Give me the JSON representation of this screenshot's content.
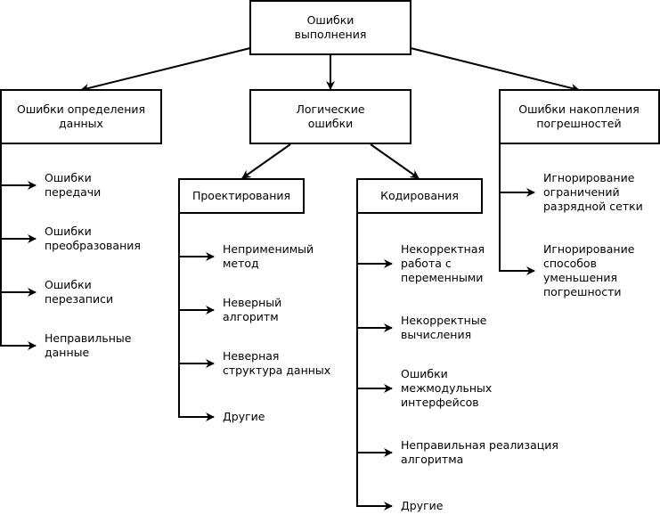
{
  "root": {
    "lines": [
      "Ошибки",
      "выполнения"
    ]
  },
  "categories": [
    {
      "lines": [
        "Ошибки определения",
        "данных"
      ],
      "items": [
        [
          "Ошибки",
          "передачи"
        ],
        [
          "Ошибки",
          "преобразования"
        ],
        [
          "Ошибки",
          "перезаписи"
        ],
        [
          "Неправильные",
          "данные"
        ]
      ]
    },
    {
      "lines": [
        "Логические",
        "ошибки"
      ],
      "subcategories": [
        {
          "lines": [
            "Проектирования"
          ],
          "items": [
            [
              "Неприменимый",
              "метод"
            ],
            [
              "Неверный",
              "алгоритм"
            ],
            [
              "Неверная",
              "структура данных"
            ],
            [
              "Другие"
            ]
          ]
        },
        {
          "lines": [
            "Кодирования"
          ],
          "items": [
            [
              "Некорректная",
              "работа с",
              "переменными"
            ],
            [
              "Некорректные",
              "вычисления"
            ],
            [
              "Ошибки",
              "межмодульных",
              "интерфейсов"
            ],
            [
              "Неправильная реализация",
              "алгоритма"
            ],
            [
              "Другие"
            ]
          ]
        }
      ]
    },
    {
      "lines": [
        "Ошибки накопления",
        "погрешностей"
      ],
      "items": [
        [
          "Игнорирование",
          "ограничений",
          "разрядной сетки"
        ],
        [
          "Игнорирование",
          "способов",
          "уменьшения",
          "погрешности"
        ]
      ]
    }
  ]
}
